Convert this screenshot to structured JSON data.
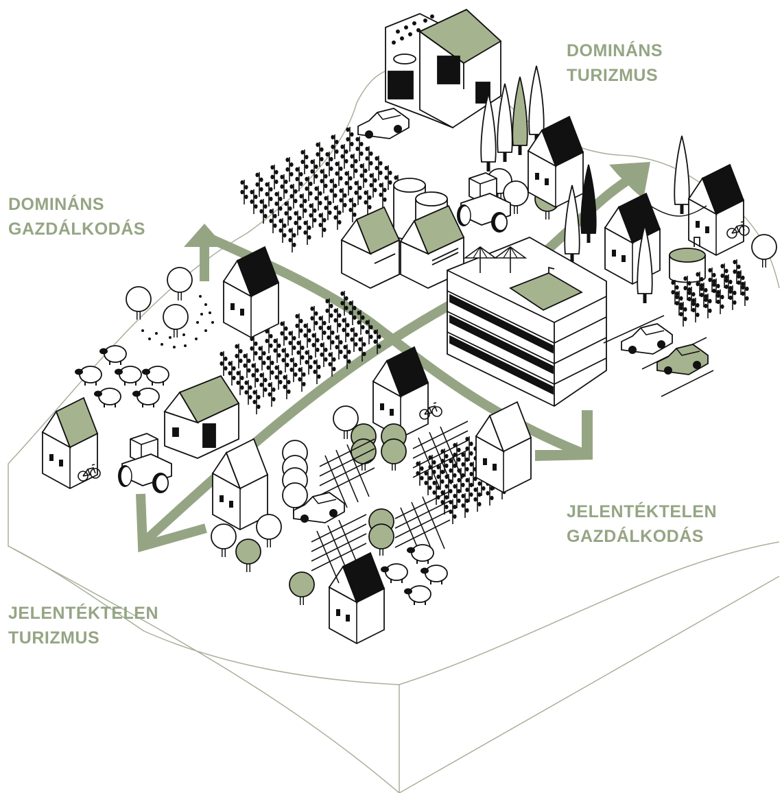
{
  "colors": {
    "accent": "#95a584",
    "accent_fill": "#a6b38f",
    "ink": "#111111",
    "terrain_line": "#a8b09a",
    "background": "#ffffff"
  },
  "labels": {
    "dominant_tourism": {
      "line1": "DOMINÁNS",
      "line2": "TURIZMUS"
    },
    "dominant_farming": {
      "line1": "DOMINÁNS",
      "line2": "GAZDÁLKODÁS"
    },
    "negligible_farming": {
      "line1": "JELENTÉKTELEN",
      "line2": "GAZDÁLKODÁS"
    },
    "negligible_tourism": {
      "line1": "JELENTÉKTELEN",
      "line2": "TURIZMUS"
    }
  },
  "icons": [
    "house-icon",
    "barn-icon",
    "hotel-icon",
    "tractor-icon",
    "car-icon",
    "bicycle-icon",
    "sheep-icon",
    "tree-icon",
    "vineyard-icon",
    "silo-icon",
    "parasol-icon",
    "pool-icon",
    "arrow-icon"
  ]
}
